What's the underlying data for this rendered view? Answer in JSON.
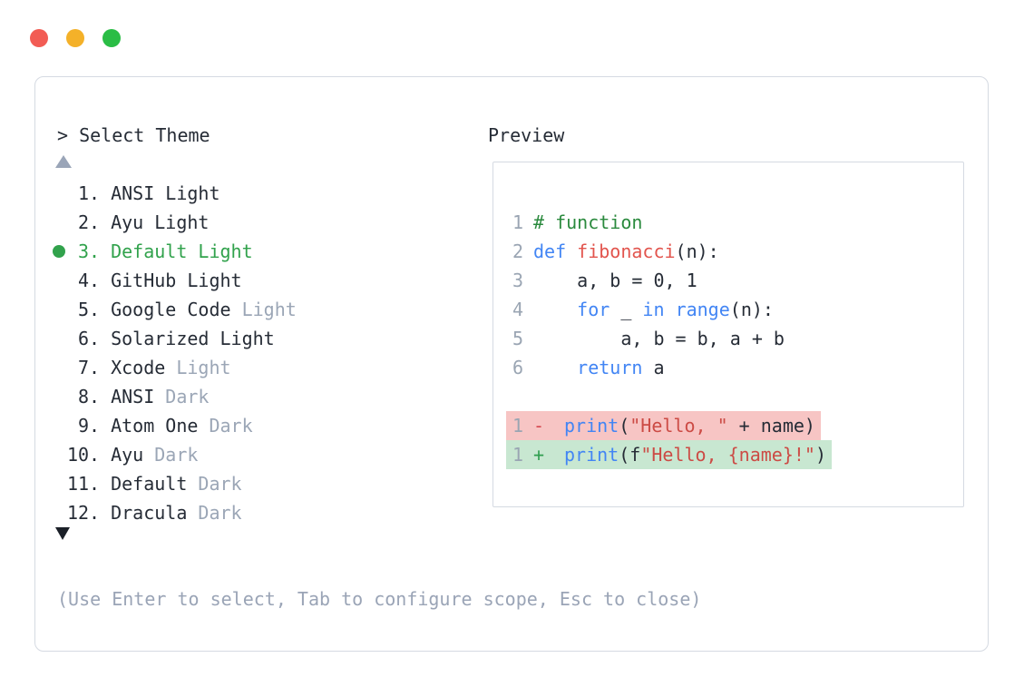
{
  "window": {
    "traffic_lights": [
      {
        "name": "close",
        "color": "#f25c54"
      },
      {
        "name": "minimize",
        "color": "#f4b129"
      },
      {
        "name": "maximize",
        "color": "#2abd45"
      }
    ]
  },
  "prompt": "> Select Theme",
  "preview_label": "Preview",
  "hint": "(Use Enter to select, Tab to configure scope, Esc to close)",
  "scroll": {
    "up_icon": "triangle-up",
    "down_icon": "triangle-down"
  },
  "colors": {
    "accent_green": "#31a24c",
    "text_primary": "#262c36",
    "text_muted": "#9ba6b6",
    "border": "#d5dae2",
    "keyword_blue": "#4285f4",
    "function_red": "#e2544d",
    "string_red": "#cc4b45",
    "comment_green": "#2b8a3e",
    "diff_removed_bg": "#f7c5c4",
    "diff_added_bg": "#c8e7d1"
  },
  "themes": [
    {
      "number": "1",
      "name": "ANSI Light",
      "muted": "",
      "selected": false
    },
    {
      "number": "2",
      "name": "Ayu Light",
      "muted": "",
      "selected": false
    },
    {
      "number": "3",
      "name": "Default Light",
      "muted": "",
      "selected": true
    },
    {
      "number": "4",
      "name": "GitHub Light",
      "muted": "",
      "selected": false
    },
    {
      "number": "5",
      "name": "Google Code",
      "muted": "Light",
      "selected": false
    },
    {
      "number": "6",
      "name": "Solarized Light",
      "muted": "",
      "selected": false
    },
    {
      "number": "7",
      "name": "Xcode",
      "muted": "Light",
      "selected": false
    },
    {
      "number": "8",
      "name": "ANSI",
      "muted": "Dark",
      "selected": false
    },
    {
      "number": "9",
      "name": "Atom One",
      "muted": "Dark",
      "selected": false
    },
    {
      "number": "10",
      "name": "Ayu",
      "muted": "Dark",
      "selected": false
    },
    {
      "number": "11",
      "name": "Default",
      "muted": "Dark",
      "selected": false
    },
    {
      "number": "12",
      "name": "Dracula",
      "muted": "Dark",
      "selected": false
    }
  ],
  "preview_code": {
    "lines": [
      {
        "ln": "1",
        "tokens": [
          {
            "t": "# function",
            "c": "com"
          }
        ]
      },
      {
        "ln": "2",
        "tokens": [
          {
            "t": "def",
            "c": "kw"
          },
          {
            "t": " "
          },
          {
            "t": "fibonacci",
            "c": "fn"
          },
          {
            "t": "(n):"
          }
        ]
      },
      {
        "ln": "3",
        "tokens": [
          {
            "t": "    a, b = 0, 1"
          }
        ]
      },
      {
        "ln": "4",
        "tokens": [
          {
            "t": "    "
          },
          {
            "t": "for",
            "c": "kw"
          },
          {
            "t": " _ "
          },
          {
            "t": "in",
            "c": "kw"
          },
          {
            "t": " "
          },
          {
            "t": "range",
            "c": "kw"
          },
          {
            "t": "(n):"
          }
        ]
      },
      {
        "ln": "5",
        "tokens": [
          {
            "t": "        a, b = b, a + b"
          }
        ]
      },
      {
        "ln": "6",
        "tokens": [
          {
            "t": "    "
          },
          {
            "t": "return",
            "c": "kw"
          },
          {
            "t": " a"
          }
        ]
      }
    ],
    "diff": [
      {
        "ln": "1",
        "marker": "-",
        "type": "removed",
        "tokens": [
          {
            "t": "print",
            "c": "kw"
          },
          {
            "t": "("
          },
          {
            "t": "\"Hello, \"",
            "c": "str"
          },
          {
            "t": " + name)"
          }
        ]
      },
      {
        "ln": "1",
        "marker": "+",
        "type": "added",
        "tokens": [
          {
            "t": "print",
            "c": "kw"
          },
          {
            "t": "(f"
          },
          {
            "t": "\"Hello, {name}!\"",
            "c": "str"
          },
          {
            "t": ")"
          }
        ]
      }
    ]
  }
}
